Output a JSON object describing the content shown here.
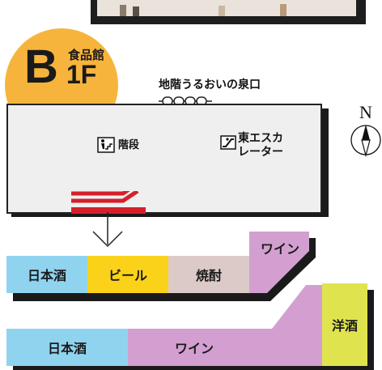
{
  "floor": {
    "label": "食品館",
    "letter": "B",
    "level": "1F"
  },
  "exit_label": "地階うるおいの泉口",
  "compass_label": "N",
  "plan": {
    "stairs_label": "階段",
    "escalator_label_line1": "東エスカ",
    "escalator_label_line2": "レーター"
  },
  "aisle_upper": [
    {
      "label": "日本酒",
      "color": "#8fd3ef"
    },
    {
      "label": "ビール",
      "color": "#fbd21a"
    },
    {
      "label": "焼酎",
      "color": "#dbcac7"
    },
    {
      "label": "ワイン",
      "color": "#d39fd0"
    }
  ],
  "aisle_lower": [
    {
      "label": "日本酒",
      "color": "#8fd3ef"
    },
    {
      "label": "ワイン",
      "color": "#d39fd0"
    },
    {
      "label": "洋酒",
      "color": "#dfe44e"
    }
  ]
}
